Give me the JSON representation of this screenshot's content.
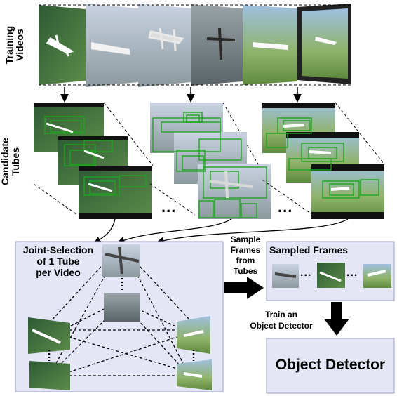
{
  "labels": {
    "training_videos_line1": "Training",
    "training_videos_line2": "Videos",
    "candidate_tubes_line1": "Candidate",
    "candidate_tubes_line2": "Tubes",
    "joint_selection_line1": "Joint-Selection",
    "joint_selection_line2": "of 1 Tube",
    "joint_selection_line3": "per Video",
    "sample_line1": "Sample",
    "sample_line2": "Frames",
    "sample_line3": "from",
    "sample_line4": "Tubes",
    "sampled_frames": "Sampled Frames",
    "train_line1": "Train an",
    "train_line2": "Object Detector",
    "object_detector": "Object Detector",
    "ellipsis": "..."
  },
  "colors": {
    "panel_fill": "#e4e6f6",
    "panel_border": "#9a9cc4",
    "tube_box": "#1fa51f",
    "arrow": "#000000"
  },
  "icons": [
    "airplane-video-frame",
    "candidate-tube-box",
    "down-arrow",
    "right-arrow",
    "dashed-connection"
  ]
}
